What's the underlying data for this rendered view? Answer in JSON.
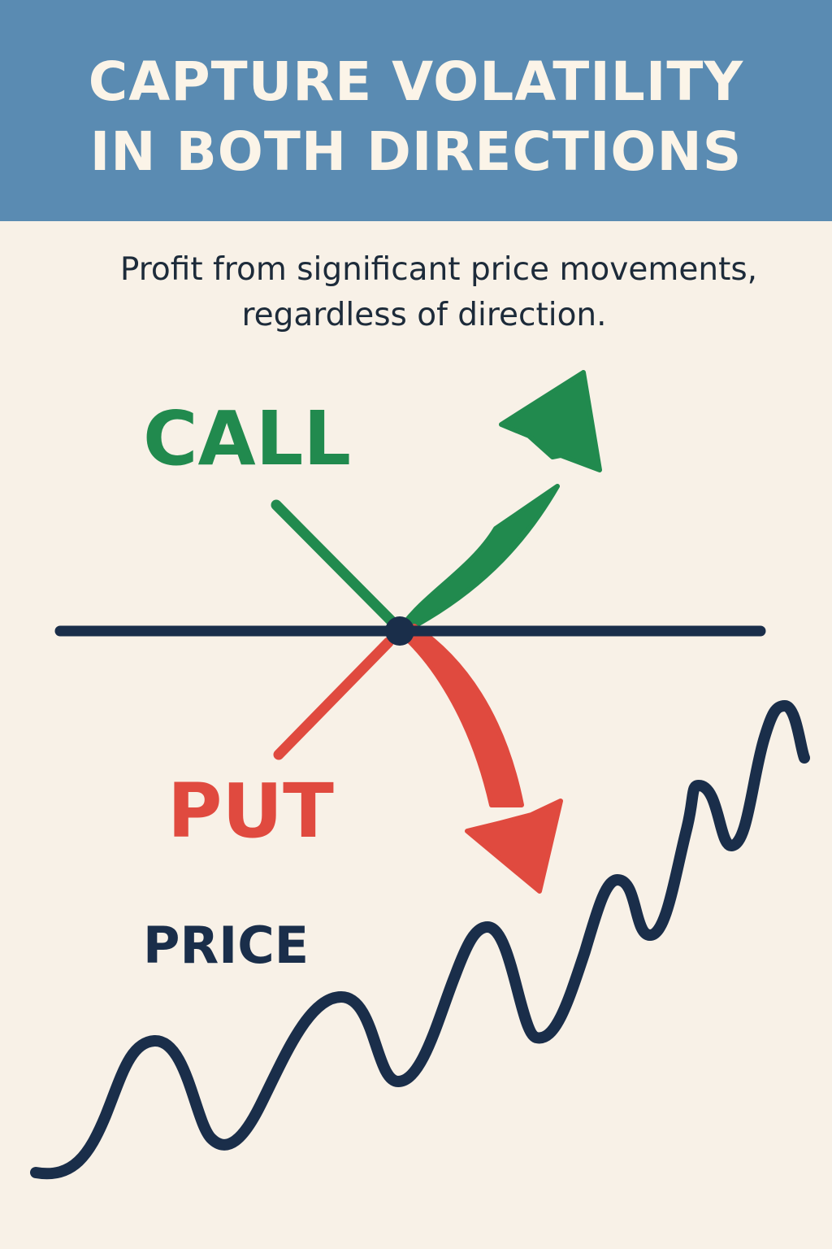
{
  "header": {
    "title_line_1": "CAPTURE VOLATILITY",
    "title_line_2": "IN BOTH DIRECTIONS"
  },
  "subtitle": {
    "line_1": "Profit from significant price movements,",
    "line_2": "regardless of direction."
  },
  "diagram": {
    "call_label": "CALL",
    "put_label": "PUT",
    "price_label": "PRICE"
  },
  "colors": {
    "banner": "#5a8bb2",
    "background": "#f8f1e7",
    "call_green": "#218a4e",
    "put_red": "#e04a3f",
    "navy": "#1a2e4a"
  },
  "icons": [
    "up-arrow-icon",
    "down-arrow-icon"
  ]
}
